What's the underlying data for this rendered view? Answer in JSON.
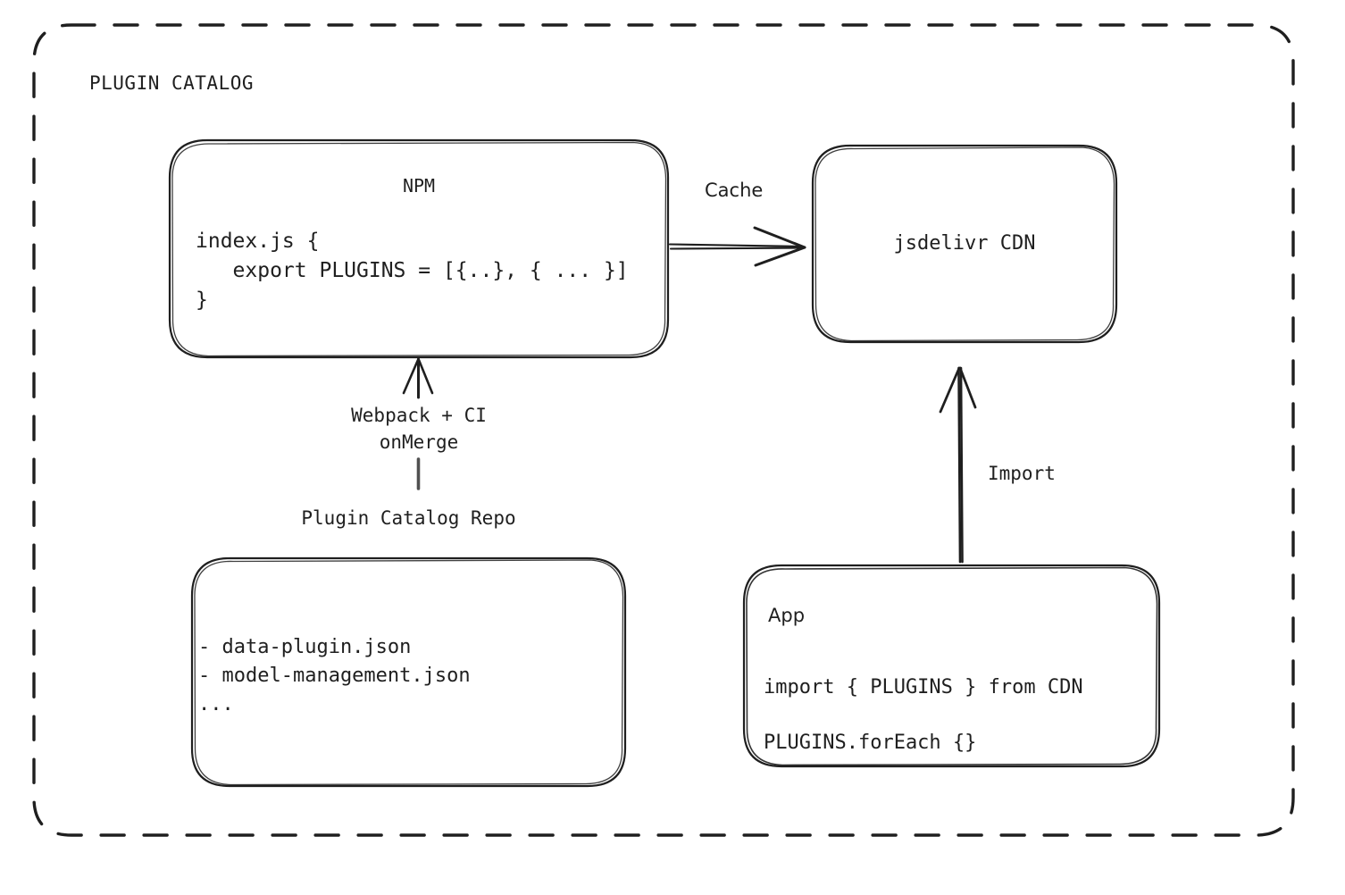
{
  "diagram": {
    "title": "PLUGIN CATALOG",
    "background": "#ffffff",
    "stroke": "#1f1f1f",
    "style": "hand-drawn"
  },
  "nodes": {
    "npm": {
      "title": "NPM",
      "code_line_1": "index.js {",
      "code_line_2": "   export PLUGINS = [{..}, { ... }]",
      "code_line_3": "}"
    },
    "cdn": {
      "title": "jsdelivr CDN"
    },
    "repo": {
      "caption": "Plugin Catalog Repo",
      "item_1": "- data-plugin.json",
      "item_2": "- model-management.json",
      "item_3": "..."
    },
    "app": {
      "title": "App",
      "code_line_1": "import { PLUGINS } from CDN",
      "code_line_2": "PLUGINS.forEach {}"
    }
  },
  "edges": {
    "cache": {
      "label": "Cache",
      "from": "npm",
      "to": "cdn",
      "direction": "right"
    },
    "build": {
      "label_line_1": "Webpack + CI",
      "label_line_2": "onMerge",
      "from": "repo",
      "to": "npm",
      "direction": "up"
    },
    "import": {
      "label": "Import",
      "from": "app",
      "to": "cdn",
      "direction": "up"
    }
  }
}
